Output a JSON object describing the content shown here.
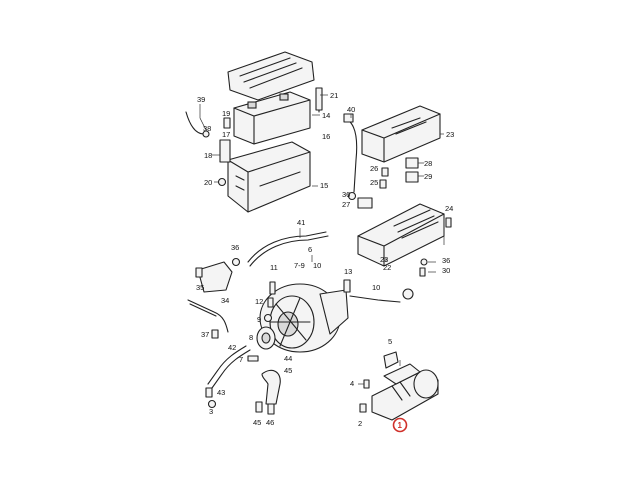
{
  "colors": {
    "line": "#222222",
    "part_fill": "#f4f4f4",
    "highlight": "#d0302a",
    "background": "#ffffff"
  },
  "callouts": {
    "c1": "1",
    "c2": "2",
    "c3": "3",
    "c4": "4",
    "c5": "5",
    "c6": "6",
    "c7": "7",
    "c79": "7-9",
    "c8": "8",
    "c9": "9",
    "c10": "10",
    "c10b": "10",
    "c11": "11",
    "c12": "12",
    "c13": "13",
    "c14": "14",
    "c15": "15",
    "c16": "16",
    "c17": "17",
    "c18": "18",
    "c19": "19",
    "c20": "20",
    "c21": "21",
    "c22": "22",
    "c23": "23",
    "c23b": "23",
    "c24": "24",
    "c25": "25",
    "c26": "26",
    "c27": "27",
    "c28": "28",
    "c29": "29",
    "c30": "30",
    "c34": "34",
    "c35": "35",
    "c36a": "36",
    "c36b": "36",
    "c36c": "36",
    "c37": "37",
    "c38": "38",
    "c39": "39",
    "c40": "40",
    "c41": "41",
    "c42": "42",
    "c43": "43",
    "c44": "44",
    "c45a": "45",
    "c45b": "45",
    "c46": "46"
  },
  "highlighted_part": "1"
}
